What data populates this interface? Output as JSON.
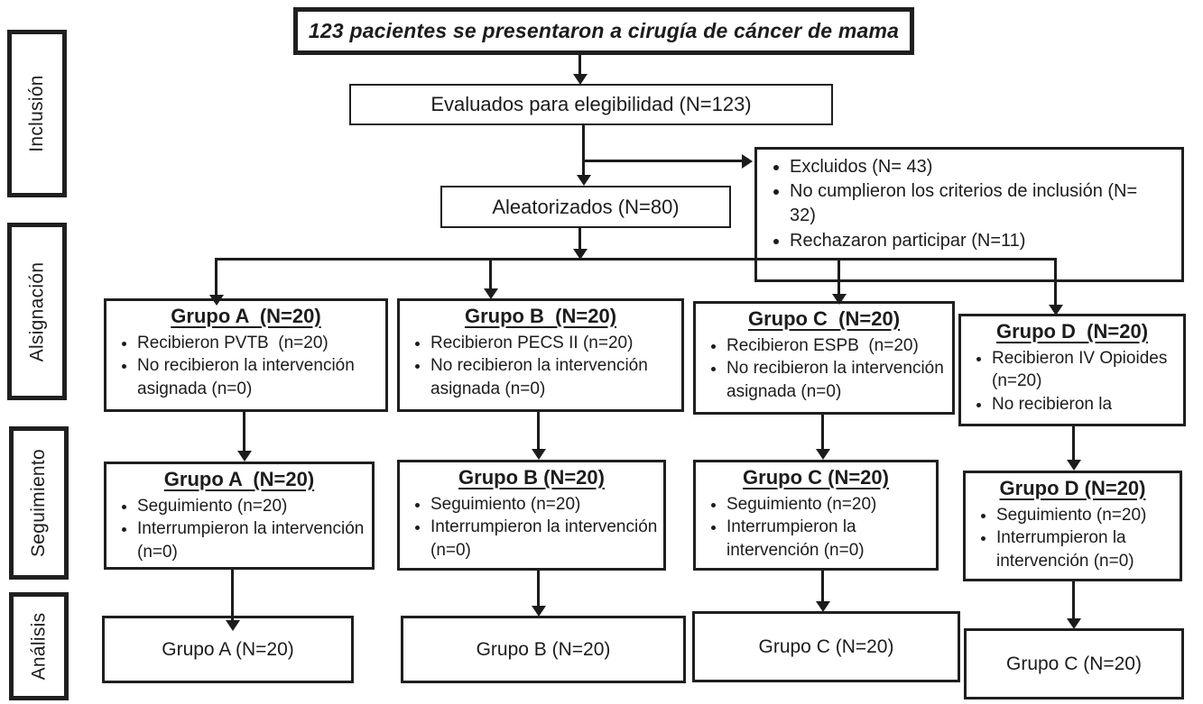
{
  "title_box": {
    "text": "123 pacientes se presentaron a cirugía de cáncer de mama"
  },
  "stage_labels": [
    {
      "label": "Inclusión"
    },
    {
      "label": "Alsignación"
    },
    {
      "label": "Seguimiento"
    },
    {
      "label": "Análisis"
    }
  ],
  "eligibility_box": {
    "text": "Evaluados para elegibilidad (N=123)"
  },
  "randomized_box": {
    "text": "Aleatorizados (N=80)"
  },
  "excluded_box": {
    "items": [
      "Excluidos (N= 43)",
      "No cumplieron los criterios de inclusión (N= 32)",
      "Rechazaron participar (N=11)"
    ]
  },
  "allocation_row": [
    {
      "title": "Grupo A  (N=20)",
      "items": [
        "Recibieron PVTB  (n=20)",
        "No recibieron la intervención asignada (n=0)"
      ]
    },
    {
      "title": "Grupo B  (N=20)",
      "items": [
        "Recibieron PECS II (n=20)",
        "No recibieron la intervención asignada (n=0)"
      ]
    },
    {
      "title": "Grupo C  (N=20)",
      "items": [
        "Recibieron ESPB  (n=20)",
        "No recibieron la intervención asignada (n=0)"
      ]
    },
    {
      "title": "Grupo D  (N=20)",
      "items": [
        "Recibieron IV Opioides (n=20)",
        "No recibieron la"
      ]
    }
  ],
  "followup_row": [
    {
      "title": "Grupo A  (N=20)",
      "items": [
        "Seguimiento (n=20)",
        "Interrumpieron la intervención (n=0)"
      ]
    },
    {
      "title": "Grupo B (N=20)",
      "items": [
        "Seguimiento (n=20)",
        "Interrumpieron la intervención (n=0)"
      ]
    },
    {
      "title": "Grupo C (N=20)",
      "items": [
        "Seguimiento (n=20)",
        "Interrumpieron la intervención (n=0)"
      ]
    },
    {
      "title": "Grupo D (N=20)",
      "items": [
        "Seguimiento (n=20)",
        "Interrumpieron la intervención (n=0)"
      ]
    }
  ],
  "analysis_row": [
    {
      "text": "Grupo A (N=20)"
    },
    {
      "text": "Grupo B (N=20)"
    },
    {
      "text": "Grupo C (N=20)"
    },
    {
      "text": "Grupo C (N=20)"
    }
  ],
  "colors": {
    "ink": "#1c1c1c",
    "background": "#ffffff"
  }
}
